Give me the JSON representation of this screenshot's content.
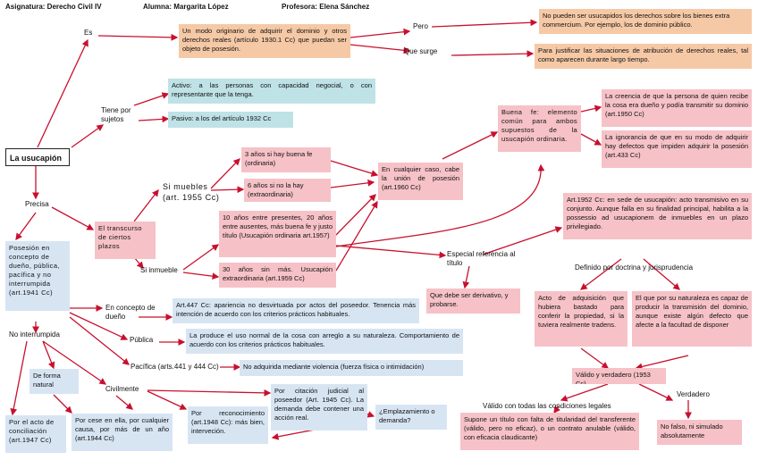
{
  "header": {
    "subject": "Asignatura: Derecho Civil IV",
    "student": "Alumna: Margarita López",
    "teacher": "Profesora: Elena Sánchez"
  },
  "colors": {
    "arrow": "#c8102e",
    "peach": "#f6c9a6",
    "pink": "#f6c2c7",
    "blue": "#d7e5f3",
    "teal": "#bfe2e6"
  },
  "nodes": {
    "main": "La usucapión",
    "es_label": "Es",
    "definition": "Un modo originario de adquirir el dominio y otros derechos reales (artículo 1930.1 Cc) que puedan ser objeto de posesión.",
    "pero_label": "Pero",
    "pero_box": "No pueden ser usucapidos los derechos sobre los bienes extra commercium. Por ejemplo, los de dominio público.",
    "surge_label": "Que surge",
    "surge_box": "Para justificar las situaciones de atribución de derechos reales, tal como aparecen durante largo tiempo.",
    "sujetos_label": "Tiene por sujetos",
    "activo": "Activo: a las personas con capacidad negocial, o con representante que la tenga.",
    "pasivo": "Pasivo: a los del artículo 1932 Cc",
    "precisa_label": "Precisa",
    "posesion": "Posesión en concepto de dueño, pública, pacífica y no interrumpida (art.1941 Cc)",
    "transcurso": "El transcurso de ciertos plazos",
    "muebles_label": "Si muebles (art. 1955 Cc)",
    "inmueble_label": "Si inmueble",
    "m_buena_fe": "3 años si hay buena fe (ordinaria)",
    "m_sin_buena_fe": "6 años si no la hay (extraordinaria)",
    "i_diez": "10 años entre presentes, 20 años entre ausentes, más buena fe y justo título (Usucapión ordinaria art.1957)",
    "i_treinta": "30 años sin más. Usucapión extraordinaria (art.1959 Cc)",
    "cualquier_caso": "En cualquier caso, cabe la unión de posesión (art.1960 Cc)",
    "buena_fe": "Buena fe: elemento común para ambos supuestos de la usucapión ordinaria.",
    "creencia": "La creencia de que la persona de quien recibe la cosa era dueño y podía transmitir su dominio (art.1950 Cc)",
    "ignorancia": "La ignorancia de que en su modo de adquirir hay defectos que impiden adquirir la posesión (art.433 Cc)",
    "especial_label": "Especial referencia al título",
    "art1952": "Art.1952 Cc: en sede de usucapión: acto transmisivo en su conjunto. Aunque falla en su finalidad principal, habilita a la possessio ad usucapionem de inmuebles en un plazo privilegiado.",
    "derivativo": "Que debe ser derivativo, y probarse.",
    "definido_label": "Definido por doctrina y jurisprudencia",
    "acto_adq": "Acto de adquisición que hubiera bastado para conferir la propiedad, si la tuviera realmente tradens.",
    "naturaleza": "El que por su naturaleza es capaz de producir la transmisión del dominio, aunque existe algún defecto que afecte a la facultad de disponer",
    "valido": "Válido y verdadero (1953 Cc)",
    "valido_label": "Válido con todas las condiciones legales",
    "verdadero_label": "Verdadero",
    "supone": "Supone un título con falta de titularidad del transferente (válido, pero no eficaz), o un contrato anulable (válido, con eficacia claudicante)",
    "no_falso": "No falso, ni simulado absolutamente",
    "concepto_label": "En concepto de dueño",
    "art447": "Art.447 Cc: apariencia no desvirtuada por actos del poseedor. Tenencia más intención de acuerdo con los criterios prácticos habituales.",
    "publica_label": "Pública",
    "publica_box": "La produce el uso normal de la cosa con arreglo a su naturaleza. Comportamiento de acuerdo con los criterios prácticos habituales.",
    "pacifica_label": "Pacífica (arts.441 y 444 Cc)",
    "pacifica_box": "No adquirida mediante violencia (fuerza física o intimidación)",
    "no_interrumpida_label": "No interrumpida",
    "forma_natural": "De forma natural",
    "civilmente_label": "Civilmente",
    "abandono": "Por el acto de conciliación (art.1947 Cc)",
    "cese": "Por cese en ella, por cualquier causa, por más de un año (art.1944 Cc)",
    "reconocimiento": "Por reconocimiento (art.1948 Cc): más bien, interveción.",
    "citacion": "Por citación judicial al poseedor (Art. 1945 Cc). La demanda debe contener una acción real.",
    "emplazamiento": "¿Emplazamiento o demanda?"
  }
}
